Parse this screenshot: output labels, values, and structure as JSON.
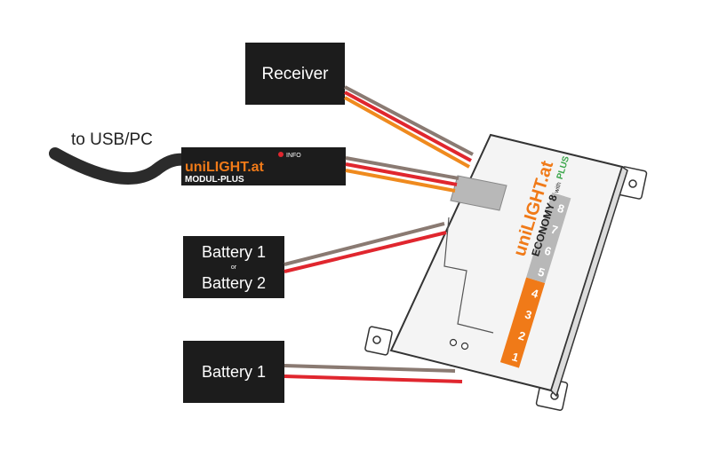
{
  "diagram": {
    "usb_label": "to USB/PC",
    "receiver_label": "Receiver",
    "battery_combo": {
      "line1": "Battery 1",
      "or": "or",
      "line2": "Battery 2"
    },
    "battery_single_label": "Battery 1",
    "module": {
      "brand": "uniLIGHT.at",
      "name": "MODUL-PLUS",
      "info_label": "INFO"
    },
    "board": {
      "brand": "uniLIGHT.at",
      "model": "ECONOMY 8",
      "suffix_with": "with",
      "suffix_plus": "PLUS",
      "channels": [
        "1",
        "2",
        "3",
        "4",
        "5",
        "6",
        "7",
        "8"
      ]
    }
  },
  "colors": {
    "box": "#1c1c1c",
    "wire_brown": "#8a7a72",
    "wire_red": "#e0262e",
    "wire_orange": "#ef8a1e",
    "brand_orange": "#f07a18",
    "plus_green": "#3aa64a",
    "channel_orange": "#f07a18",
    "channel_grey": "#b8b8b8",
    "info_led": "#e0262e"
  }
}
